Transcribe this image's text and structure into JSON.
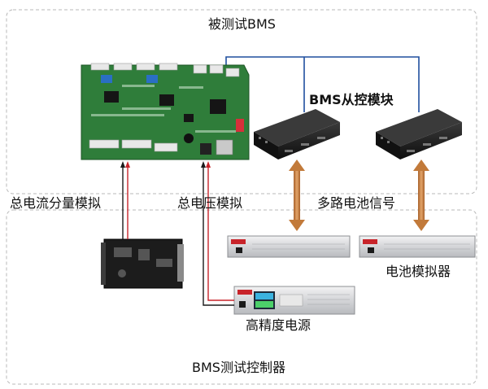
{
  "labels": {
    "dut_bms": "被测试BMS",
    "bms_slave": "BMS从控模块",
    "total_current": "总电流分量模拟",
    "total_voltage": "总电压模拟",
    "multi_signal": "多路电池信号",
    "battery_sim": "电池模拟器",
    "hp_power": "高精度电源",
    "controller": "BMS测试控制器"
  },
  "colors": {
    "border_dash": "#b8b8b8",
    "pcb_green": "#2f7d3a",
    "wire_blue": "#1f4f9e",
    "wire_red": "#c8242a",
    "arrow_orange": "#c27a3a",
    "device_black": "#1c1c1c",
    "device_silver": "#d9dadc"
  }
}
